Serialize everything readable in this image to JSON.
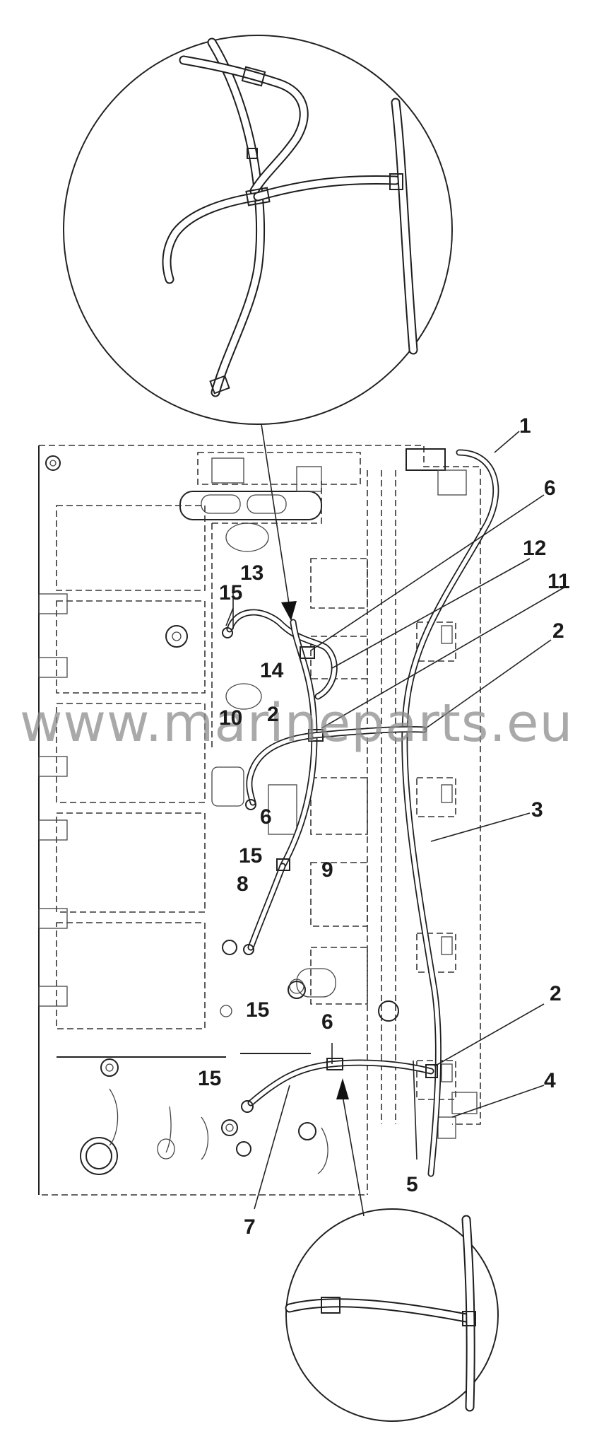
{
  "watermark": "www.marineparts.eu",
  "callouts": [
    {
      "id": "c1",
      "text": "1"
    },
    {
      "id": "c6a",
      "text": "6"
    },
    {
      "id": "c12",
      "text": "12"
    },
    {
      "id": "c11",
      "text": "11"
    },
    {
      "id": "c2a",
      "text": "2"
    },
    {
      "id": "c13",
      "text": "13"
    },
    {
      "id": "c15a",
      "text": "15"
    },
    {
      "id": "c14",
      "text": "14"
    },
    {
      "id": "c10",
      "text": "10"
    },
    {
      "id": "c2b",
      "text": "2"
    },
    {
      "id": "c6b",
      "text": "6"
    },
    {
      "id": "c15b",
      "text": "15"
    },
    {
      "id": "c9",
      "text": "9"
    },
    {
      "id": "c3",
      "text": "3"
    },
    {
      "id": "c8",
      "text": "8"
    },
    {
      "id": "c15c",
      "text": "15"
    },
    {
      "id": "c6c",
      "text": "6"
    },
    {
      "id": "c2c",
      "text": "2"
    },
    {
      "id": "c15d",
      "text": "15"
    },
    {
      "id": "c4",
      "text": "4"
    },
    {
      "id": "c5",
      "text": "5"
    },
    {
      "id": "c7",
      "text": "7"
    }
  ],
  "icons": {
    "detail_top": "detail-magnifier-circle",
    "detail_bottom": "detail-magnifier-circle",
    "arrow": "pointer-arrow"
  },
  "colors": {
    "ink": "#1a1a1a",
    "watermark": "#8c8c8c",
    "background": "#ffffff"
  }
}
